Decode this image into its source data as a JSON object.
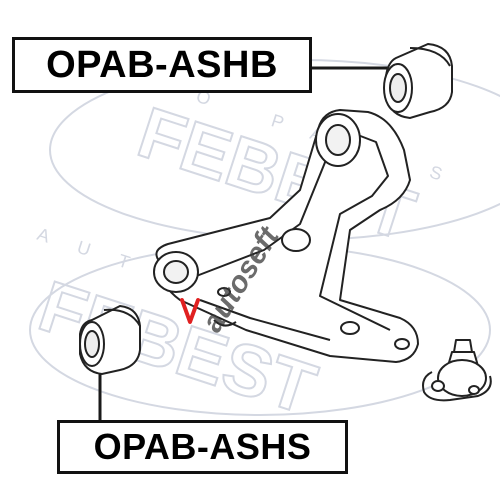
{
  "labels": {
    "top": "OPAB-ASHB",
    "bottom": "OPAB-ASHS"
  },
  "watermark": {
    "brand": "FEBEST",
    "tagline": "AUTO PARTS",
    "overlay": "autoseft"
  },
  "colors": {
    "line": "#1a1a1a",
    "label_border": "#111111",
    "watermark": "#d9dde6",
    "overlay_text": "#3a3a3a",
    "overlay_accent": "#e02020"
  }
}
